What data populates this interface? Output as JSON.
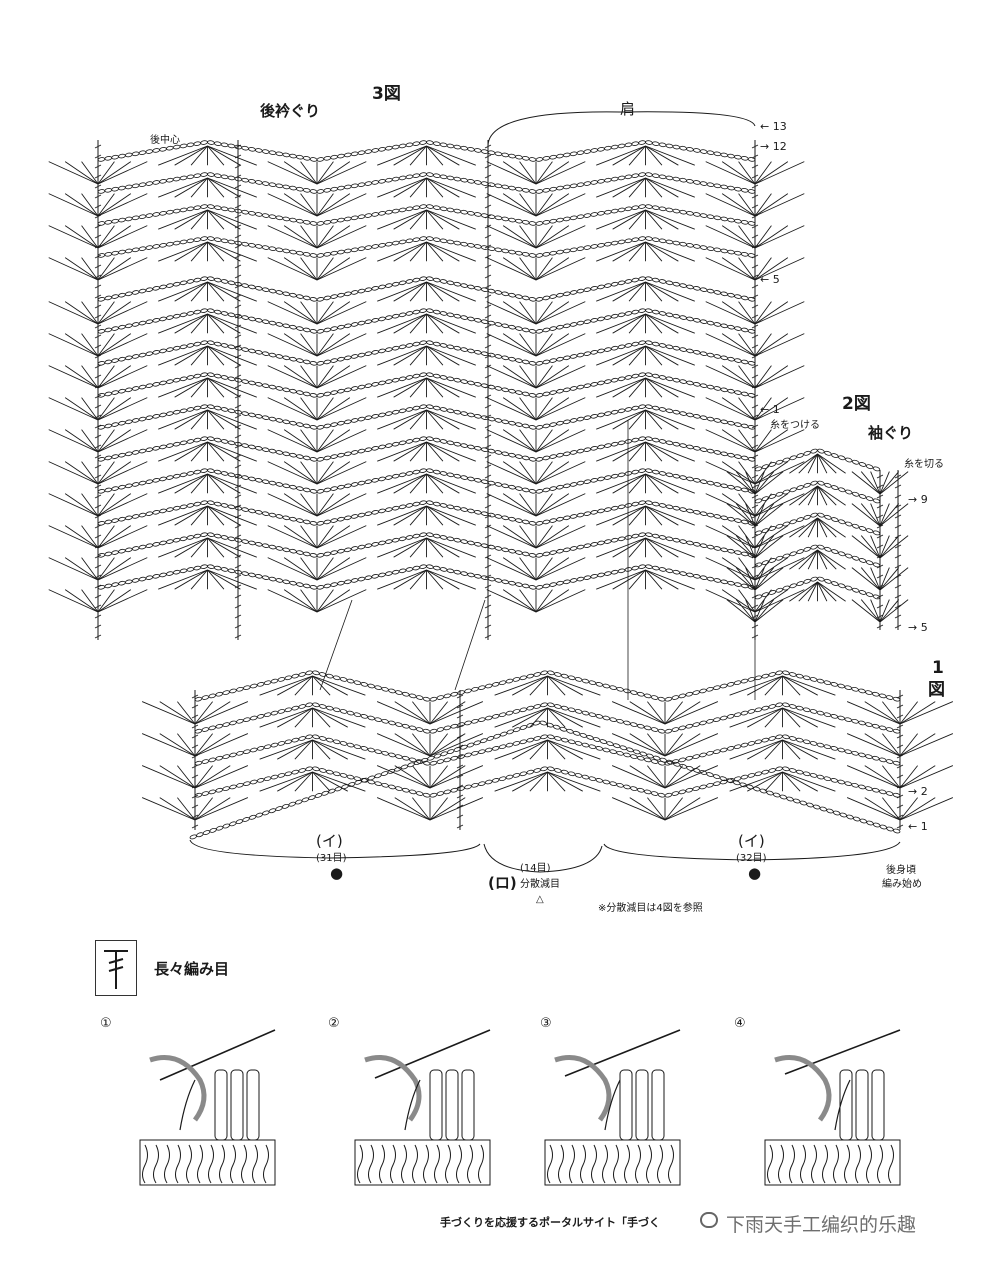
{
  "figures": {
    "fig3": "3図",
    "fig2": "2図",
    "fig1_num": "1",
    "fig1_char": "図"
  },
  "labels": {
    "back_neckline": "後衿ぐり",
    "back_center": "後中心",
    "shoulder": "肩",
    "armhole": "袖ぐり",
    "attach_yarn": "糸をつける",
    "cut_yarn": "糸を切る",
    "back_start_1": "後身頃",
    "back_start_2": "編み始め",
    "note": "※分散減目は4図を参照",
    "part_i": "(イ)",
    "part_ro": "(ロ)",
    "distributed_decrease": "分散減目",
    "count_31": "(31目)",
    "count_14": "(14目)",
    "count_32": "(32目)",
    "dot": "●",
    "triangle": "△"
  },
  "row_marks": {
    "r13": "13",
    "r12": "12",
    "r5a": "5",
    "r1a": "1",
    "r9": "9",
    "r5b": "5",
    "r2": "2",
    "r1b": "1"
  },
  "legend": {
    "title": "長々編み目",
    "steps": [
      "①",
      "②",
      "③",
      "④"
    ]
  },
  "footer": {
    "text": "手づくりを応援するポータルサイト「手づく",
    "watermark": "下雨天手工编织的乐趣"
  },
  "colors": {
    "ink": "#1a1a1a",
    "yarn": "#8a8a8a"
  }
}
